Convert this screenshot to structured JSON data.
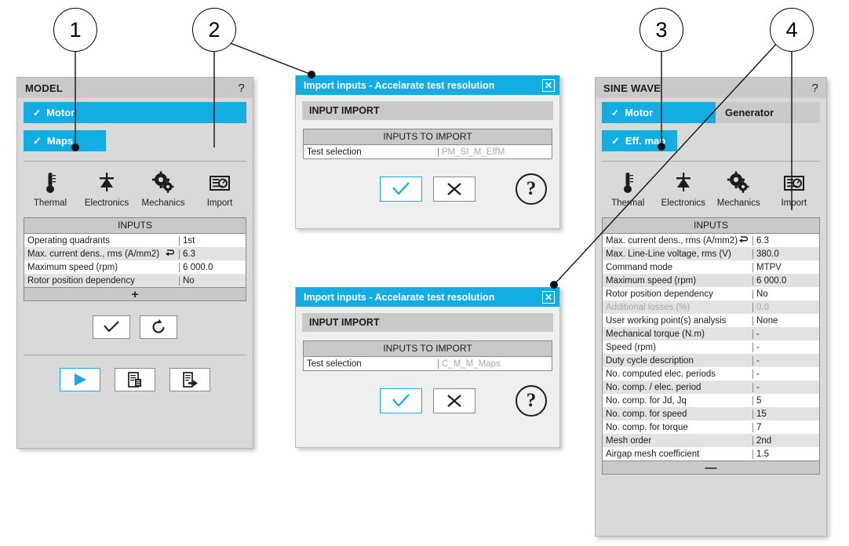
{
  "callouts": [
    {
      "id": "1",
      "label": "1"
    },
    {
      "id": "2",
      "label": "2"
    },
    {
      "id": "3",
      "label": "3"
    },
    {
      "id": "4",
      "label": "4"
    }
  ],
  "model_panel": {
    "title": "MODEL",
    "help": "?",
    "tabs": [
      {
        "label": "Motor",
        "check": "✓",
        "active": true
      }
    ],
    "subtab": {
      "label": "Maps",
      "check": "✓"
    },
    "icons": [
      {
        "name": "thermal-icon",
        "label": "Thermal"
      },
      {
        "name": "electronics-icon",
        "label": "Electronics"
      },
      {
        "name": "mechanics-icon",
        "label": "Mechanics"
      },
      {
        "name": "import-icon",
        "label": "Import"
      }
    ],
    "inputs": {
      "header": "INPUTS",
      "rows": [
        {
          "key": "Operating quadrants",
          "value": "1st",
          "link": false,
          "dim": false
        },
        {
          "key": "Max. current dens., rms (A/mm2)",
          "value": "6.3",
          "link": true,
          "dim": false
        },
        {
          "key": "Maximum speed (rpm)",
          "value": "6 000.0",
          "link": false,
          "dim": false
        },
        {
          "key": "Rotor position dependency",
          "value": "No",
          "link": false,
          "dim": false
        }
      ],
      "footer": "+"
    },
    "action_buttons": [
      {
        "name": "validate-button",
        "icon": "check"
      },
      {
        "name": "reset-button",
        "icon": "reload"
      }
    ],
    "bottom_buttons": [
      {
        "name": "run-button",
        "icon": "play",
        "accent": true
      },
      {
        "name": "copy-report-button",
        "icon": "report",
        "accent": false
      },
      {
        "name": "export-button",
        "icon": "export",
        "accent": false
      }
    ]
  },
  "sine_panel": {
    "title": "SINE WAVE",
    "help": "?",
    "tabs": [
      {
        "label": "Motor",
        "check": "✓",
        "active": true
      },
      {
        "label": "Generator",
        "check": "",
        "active": false
      }
    ],
    "subtab": {
      "label": "Eff. map",
      "check": "✓"
    },
    "icons": [
      {
        "name": "thermal-icon",
        "label": "Thermal"
      },
      {
        "name": "electronics-icon",
        "label": "Electronics"
      },
      {
        "name": "mechanics-icon",
        "label": "Mechanics"
      },
      {
        "name": "import-icon",
        "label": "Import"
      }
    ],
    "inputs": {
      "header": "INPUTS",
      "rows": [
        {
          "key": "Max. current dens., rms (A/mm2)",
          "value": "6.3",
          "link": true,
          "dim": false
        },
        {
          "key": "Max. Line-Line voltage, rms (V)",
          "value": "380.0",
          "link": false,
          "dim": false
        },
        {
          "key": "Command mode",
          "value": "MTPV",
          "link": false,
          "dim": false
        },
        {
          "key": "Maximum speed (rpm)",
          "value": "6 000.0",
          "link": false,
          "dim": false
        },
        {
          "key": "Rotor position dependency",
          "value": "No",
          "link": false,
          "dim": false
        },
        {
          "key": "Additional losses (%)",
          "value": "0.0",
          "link": false,
          "dim": true
        },
        {
          "key": "User working point(s) analysis",
          "value": "None",
          "link": false,
          "dim": false
        },
        {
          "key": "Mechanical torque (N.m)",
          "value": "-",
          "link": false,
          "dim": false
        },
        {
          "key": "Speed (rpm)",
          "value": "-",
          "link": false,
          "dim": false
        },
        {
          "key": "Duty cycle description",
          "value": "-",
          "link": false,
          "dim": false
        },
        {
          "key": "No. computed elec. periods",
          "value": "-",
          "link": false,
          "dim": false
        },
        {
          "key": "No. comp. / elec. period",
          "value": "-",
          "link": false,
          "dim": false
        },
        {
          "key": "No. comp. for Jd, Jq",
          "value": "5",
          "link": false,
          "dim": false
        },
        {
          "key": "No. comp. for speed",
          "value": "15",
          "link": false,
          "dim": false
        },
        {
          "key": "No. comp. for torque",
          "value": "7",
          "link": false,
          "dim": false
        },
        {
          "key": "Mesh order",
          "value": "2nd",
          "link": false,
          "dim": false
        },
        {
          "key": "Airgap mesh coefficient",
          "value": "1.5",
          "link": false,
          "dim": false
        }
      ],
      "footer": "—"
    }
  },
  "dialog_top": {
    "title": "Import inputs - Accelarate test resolution",
    "close": "✕",
    "section": "INPUT IMPORT",
    "table_header": "INPUTS TO IMPORT",
    "rows": [
      {
        "key": "Test selection",
        "value": "PM_SI_M_EffM"
      }
    ],
    "buttons": [
      {
        "name": "dialog-ok-button",
        "icon": "check",
        "accent": true
      },
      {
        "name": "dialog-cancel-button",
        "icon": "cross",
        "accent": false
      }
    ],
    "help": "?"
  },
  "dialog_bottom": {
    "title": "Import inputs - Accelarate test resolution",
    "close": "✕",
    "section": "INPUT IMPORT",
    "table_header": "INPUTS TO IMPORT",
    "rows": [
      {
        "key": "Test selection",
        "value": "C_M_M_Maps"
      }
    ],
    "buttons": [
      {
        "name": "dialog-ok-button",
        "icon": "check",
        "accent": true
      },
      {
        "name": "dialog-cancel-button",
        "icon": "cross",
        "accent": false
      }
    ],
    "help": "?"
  },
  "colors": {
    "accent": "#13ade4",
    "panel_bg": "#d9d9d9",
    "header_bg": "#c9c9c9",
    "dialog_bg": "#efefef",
    "row_even": "#e2e2e2",
    "dim_text": "#a8a8a8"
  }
}
